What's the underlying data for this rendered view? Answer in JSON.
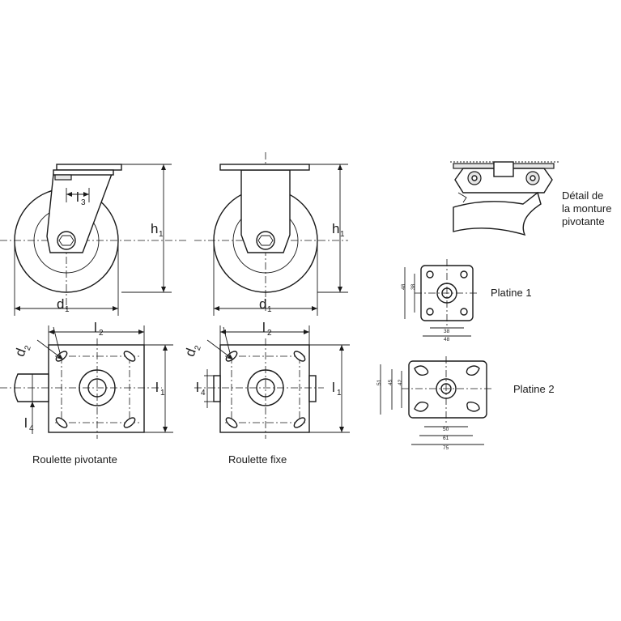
{
  "labels": {
    "d1": "d",
    "d1_sub": "1",
    "h1": "h",
    "h1_sub": "1",
    "l1": "l",
    "l1_sub": "1",
    "l2": "l",
    "l2_sub": "2",
    "l3": "l",
    "l3_sub": "3",
    "l4": "l",
    "l4_sub": "4",
    "d2": "d",
    "d2_sub": "2"
  },
  "captions": {
    "swivel": "Roulette pivotante",
    "fixed": "Roulette fixe",
    "platine1": "Platine 1",
    "platine2": "Platine 2",
    "detail": [
      "Détail de",
      "la monture",
      "pivotante"
    ]
  },
  "platine1_dims": {
    "height_outer": "48",
    "height_inner": "38",
    "width_inner": "38",
    "width_outer": "48"
  },
  "platine2_dims": {
    "h1": "51",
    "h2": "45",
    "h3": "42",
    "w1": "50",
    "w2": "61",
    "w3": "75"
  }
}
